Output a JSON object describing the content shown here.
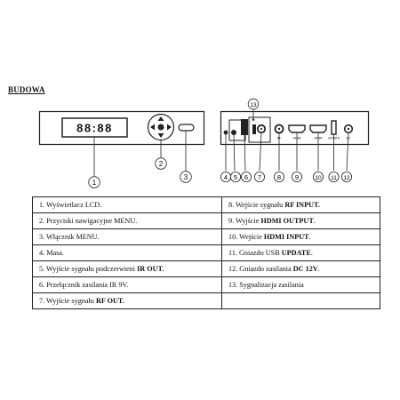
{
  "section_title": "BUDOWA",
  "front_panel": {
    "display_text": "88:88",
    "callouts": [
      "1",
      "2",
      "3"
    ]
  },
  "rear_panel": {
    "callouts": [
      "4",
      "5",
      "6",
      "7",
      "8",
      "9",
      "10",
      "11",
      "12",
      "13"
    ],
    "port_labels": {
      "rf": "RF",
      "hdmi_out": "HDMI",
      "hdmi_in": "HDMI",
      "usb": "UPDATE",
      "dc": "DC"
    }
  },
  "parts": {
    "left": [
      {
        "id": "1",
        "prefix": "1. Wyświetlacz LCD.",
        "bold": "",
        "suffix": ""
      },
      {
        "id": "2",
        "prefix": "2. Przyciski nawigacyjne MENU.",
        "bold": "",
        "suffix": ""
      },
      {
        "id": "3",
        "prefix": "3. Włącznik MENU.",
        "bold": "",
        "suffix": ""
      },
      {
        "id": "4",
        "prefix": "4. Masa.",
        "bold": "",
        "suffix": ""
      },
      {
        "id": "5",
        "prefix": "5. Wyjście sygnału podczerwieni ",
        "bold": "IR OUT.",
        "suffix": ""
      },
      {
        "id": "6",
        "prefix": "6. Przełącznik zasilania IR 9V.",
        "bold": "",
        "suffix": ""
      },
      {
        "id": "7",
        "prefix": "7. Wyjście sygnału ",
        "bold": "RF OUT.",
        "suffix": ""
      }
    ],
    "right": [
      {
        "id": "8",
        "prefix": "8. Wejście sygnału ",
        "bold": "RF INPUT.",
        "suffix": ""
      },
      {
        "id": "9",
        "prefix": "9. Wyjście ",
        "bold": "HDMI OUTPUT",
        "suffix": "."
      },
      {
        "id": "10",
        "prefix": "10. Wejście ",
        "bold": "HDMI INPUT",
        "suffix": "."
      },
      {
        "id": "11",
        "prefix": "11. Gniazdo USB ",
        "bold": "UPDATE",
        "suffix": "."
      },
      {
        "id": "12",
        "prefix": "12. Gniazdo zasilania ",
        "bold": "DC 12V",
        "suffix": "."
      },
      {
        "id": "13",
        "prefix": "13. Sygnalizacja zasilania",
        "bold": "",
        "suffix": ""
      },
      {
        "id": "",
        "prefix": "",
        "bold": "",
        "suffix": ""
      }
    ]
  }
}
